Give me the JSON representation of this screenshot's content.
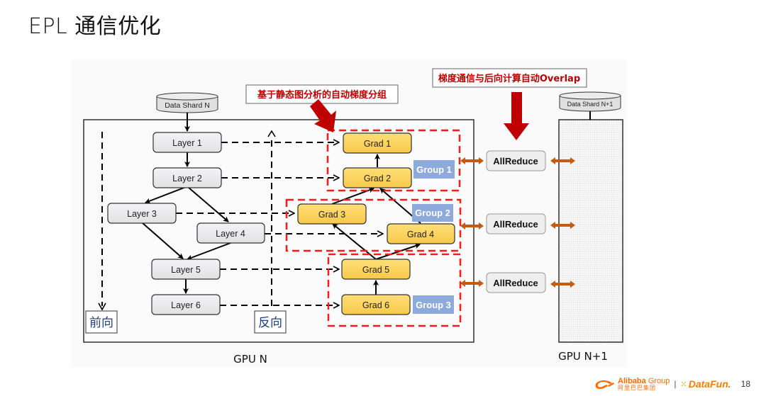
{
  "slide": {
    "title": "EPL 通信优化",
    "page_number": "18"
  },
  "diagram": {
    "data_shard_n": "Data Shard N",
    "data_shard_n1": "Data Shard N+1",
    "layers": [
      "Layer 1",
      "Layer 2",
      "Layer 3",
      "Layer 4",
      "Layer 5",
      "Layer 6"
    ],
    "grads": [
      "Grad 1",
      "Grad 2",
      "Grad 3",
      "Grad 4",
      "Grad 5",
      "Grad 6"
    ],
    "groups": [
      "Group 1",
      "Group 2",
      "Group 3"
    ],
    "allreduce": [
      "AllReduce",
      "AllReduce",
      "AllReduce"
    ],
    "callout_grouping": "基于静态图分析的自动梯度分组",
    "callout_overlap": "梯度通信与后向计算自动Overlap",
    "forward_label": "前向",
    "backward_label": "反向",
    "gpu_n_label": "GPU N",
    "gpu_n1_label": "GPU N+1",
    "colors": {
      "layer_fill": "#ececee",
      "grad_fill": "#fcd461",
      "group_fill": "#8ea9db",
      "group_border": "#ff1a1a",
      "callout_text": "#c00000",
      "callout_arrow": "#c00000",
      "allreduce_arrow": "#c55a11",
      "direction_text": "#1f3f7a"
    }
  },
  "footer": {
    "alibaba_en": "Alibaba",
    "alibaba_group": "Group",
    "alibaba_cn": "阿里巴巴集团",
    "separator": "|",
    "datafun": "DataFun."
  }
}
